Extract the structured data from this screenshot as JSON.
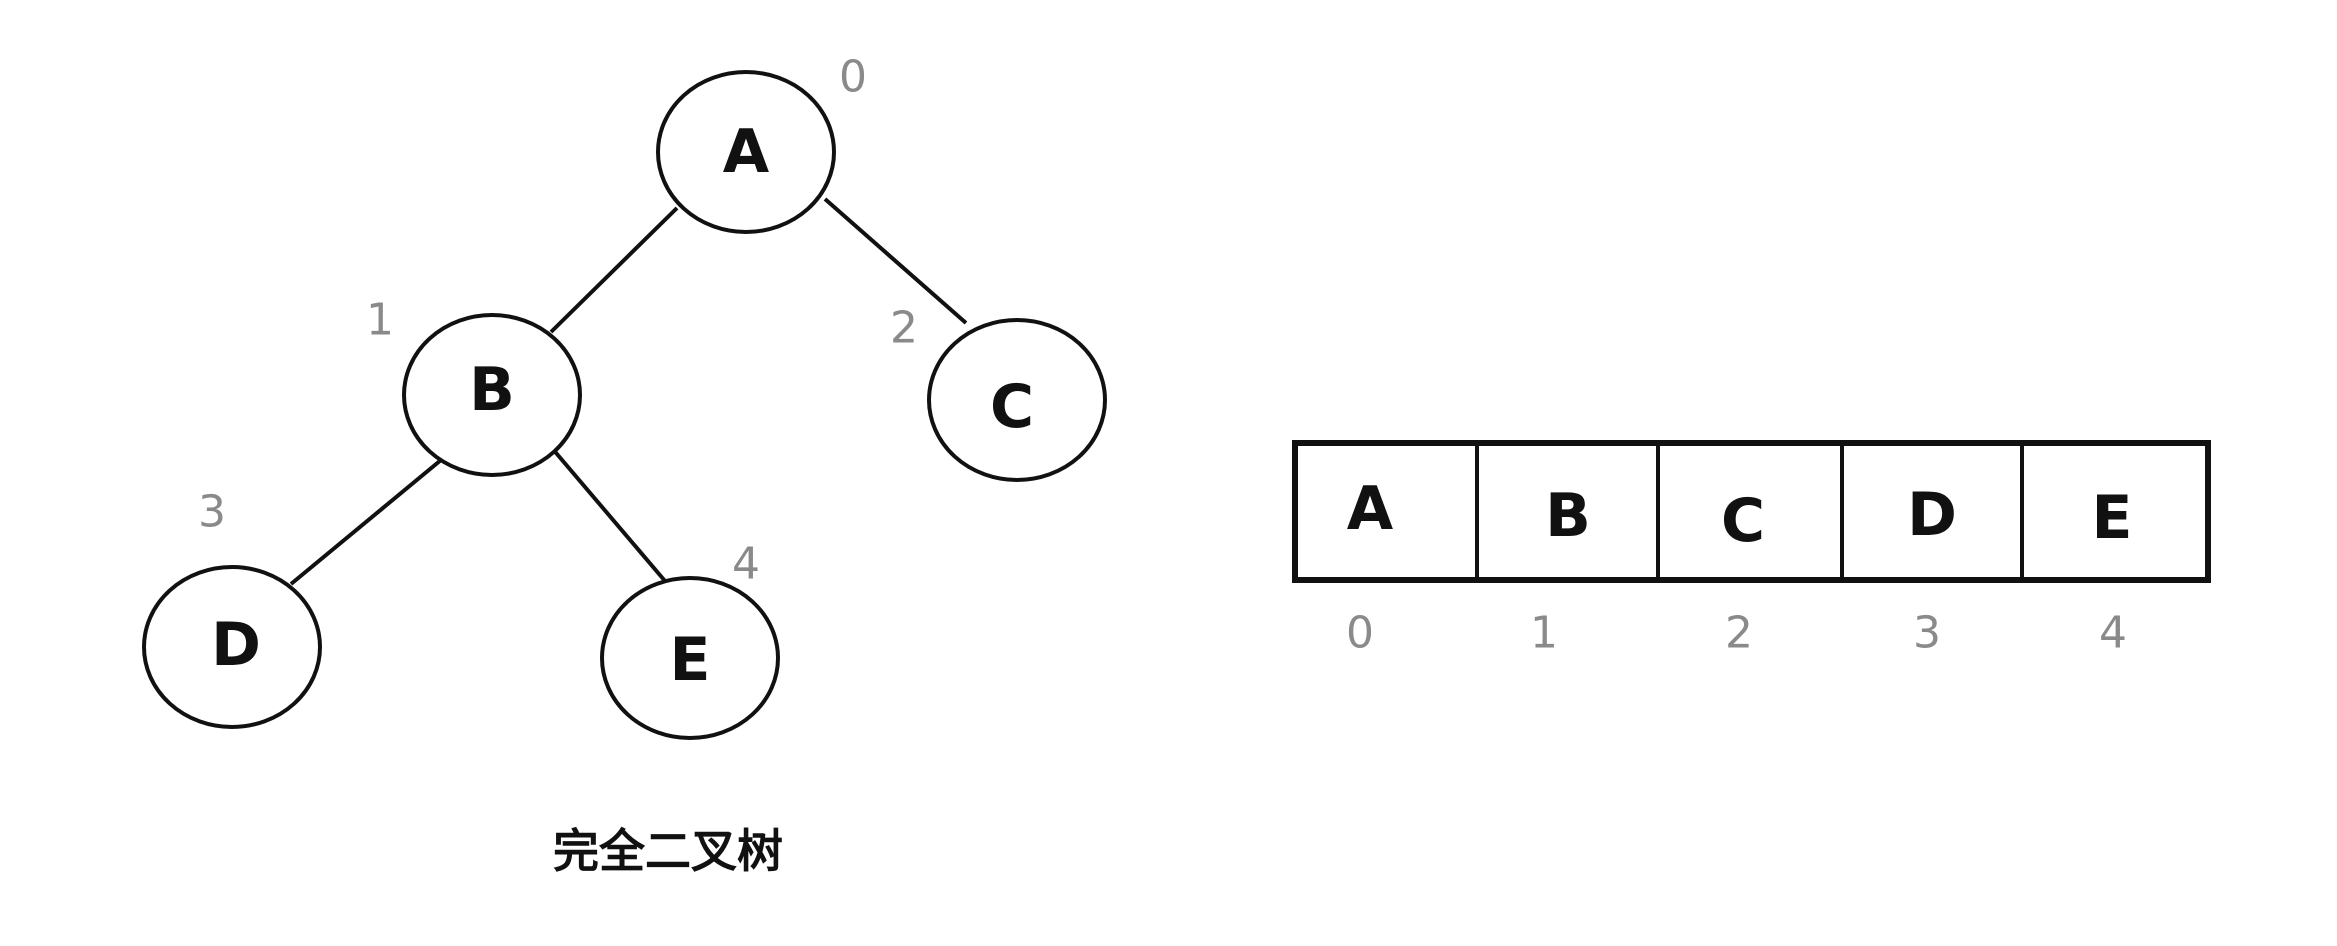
{
  "tree": {
    "caption": "完全二叉树",
    "nodes": [
      {
        "id": "A",
        "label": "A",
        "index": "0"
      },
      {
        "id": "B",
        "label": "B",
        "index": "1"
      },
      {
        "id": "C",
        "label": "C",
        "index": "2"
      },
      {
        "id": "D",
        "label": "D",
        "index": "3"
      },
      {
        "id": "E",
        "label": "E",
        "index": "4"
      }
    ],
    "edges": [
      {
        "from": "A",
        "to": "B"
      },
      {
        "from": "A",
        "to": "C"
      },
      {
        "from": "B",
        "to": "D"
      },
      {
        "from": "B",
        "to": "E"
      }
    ]
  },
  "array": {
    "cells": [
      {
        "value": "A",
        "index": "0"
      },
      {
        "value": "B",
        "index": "1"
      },
      {
        "value": "C",
        "index": "2"
      },
      {
        "value": "D",
        "index": "3"
      },
      {
        "value": "E",
        "index": "4"
      }
    ]
  },
  "colors": {
    "stroke": "#111111",
    "index_label": "#8a8a8a",
    "background": "#ffffff"
  }
}
